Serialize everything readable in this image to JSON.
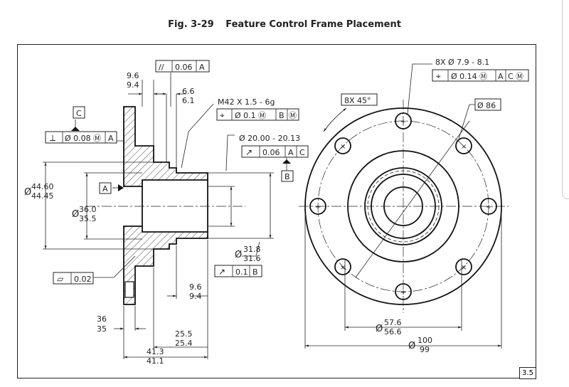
{
  "figure": {
    "number": "Fig. 3-29",
    "title": "Feature Control Frame Placement",
    "sheet_tag": "3.5"
  },
  "left_view": {
    "top_fcf": {
      "symbol": "//",
      "tolerance": "0.06",
      "datum": "A"
    },
    "dim_9_6": "9.6",
    "dim_9_4": "9.4",
    "dim_6_6": "6.6",
    "dim_6_1": "6.1",
    "thread_callout": "M42  X  1.5 - 6g",
    "thread_fcf": {
      "symbol": "⌖",
      "tolerance": "Ø 0.1 Ⓜ",
      "datum1": "B",
      "datum2": "Ⓜ"
    },
    "datum_c": "C",
    "perp_fcf": {
      "symbol": "⟂",
      "tolerance": "Ø 0.08 Ⓜ",
      "datum": "A"
    },
    "bore_dia": "Ø 20.00 - 20.13",
    "runout_fcf": {
      "symbol": "↗",
      "tolerance": "0.06",
      "datum1": "A",
      "datum2": "C"
    },
    "datum_b": "B",
    "datum_a": "A",
    "od_44_60": "44.60",
    "od_44_45": "44.45",
    "dia_36_0": "36.0",
    "dia_35_5": "35.5",
    "dia_31_8": "31.8",
    "dia_31_6": "31.6",
    "runout2_fcf": {
      "symbol": "↗",
      "tolerance": "0.1",
      "datum": "B"
    },
    "flat_fcf": {
      "symbol": "▱",
      "tolerance": "0.02"
    },
    "dim_bot_9_6": "9.6",
    "dim_bot_9_4": "9.4",
    "dim_36": "36",
    "dim_35": "35",
    "dim_25_5": "25.5",
    "dim_25_4": "25.4",
    "dim_41_3": "41.3",
    "dim_41_1": "41.1"
  },
  "right_view": {
    "holes_callout": "8X  Ø 7.9 - 8.1",
    "holes_fcf": {
      "symbol": "⌖",
      "tolerance": "Ø 0.14 Ⓜ",
      "datum1": "A",
      "datum2": "C Ⓜ"
    },
    "angle_box": "8X  45°",
    "bc_box": "Ø 86",
    "dia_57_6": "57.6",
    "dia_56_6": "56.6",
    "dia_100": "100",
    "dia_99": "99"
  },
  "colors": {
    "line": "#222222",
    "hatch": "#333333",
    "background": "#ffffff"
  },
  "icons": [
    "parallelism-icon",
    "position-icon",
    "perpendicularity-icon",
    "runout-icon",
    "flatness-icon",
    "datum-triangle-icon"
  ]
}
